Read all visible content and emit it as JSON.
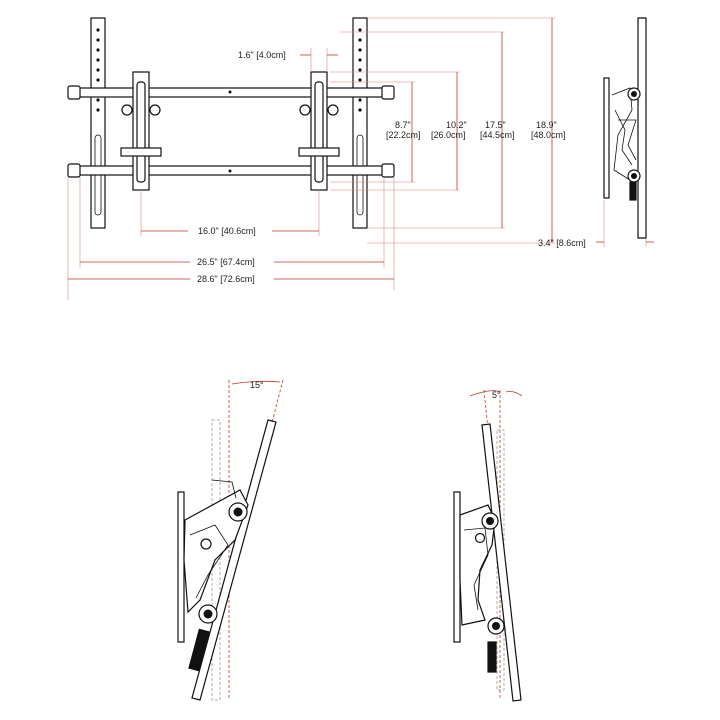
{
  "dimensions": {
    "bracket_offset": "1.6\" [4.0cm]",
    "h_8_7": [
      "8.7\"",
      "[22.2cm]"
    ],
    "h_10_2": [
      "10.2\"",
      "[26.0cm]"
    ],
    "h_17_5": [
      "17.5\"",
      "[44.5cm]"
    ],
    "h_18_9": [
      "18.9\"",
      "[48.0cm]"
    ],
    "w_16_0": "16.0\" [40.6cm]",
    "w_26_5": "26.5\" [67.4cm]",
    "w_28_6": "28.6\" [72.6cm]",
    "depth": "3.4\" [8.6cm]"
  },
  "tilt": {
    "forward_angle": "15°",
    "back_angle": "5°"
  },
  "colors": {
    "dimension_line": "#c0392b",
    "part_line": "#111111"
  }
}
